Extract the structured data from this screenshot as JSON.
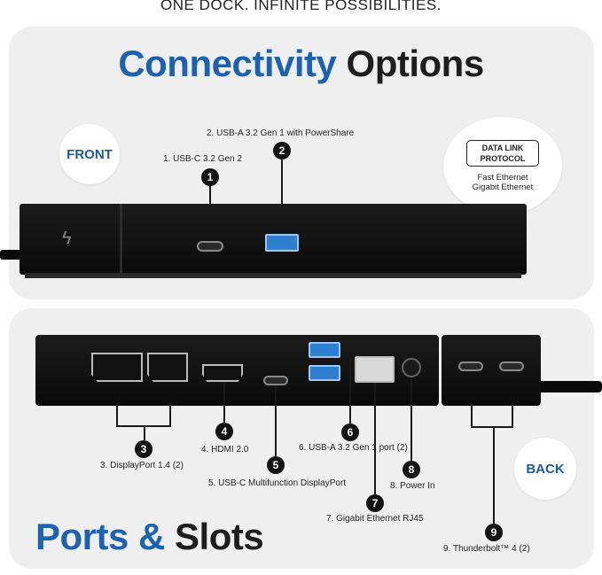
{
  "tagline": "ONE DOCK. INFINITE POSSIBILITIES.",
  "top_heading": {
    "word1": "Connectivity",
    "word2": "Options"
  },
  "bottom_heading": {
    "word1": "Ports &",
    "word2": "Slots"
  },
  "front_badge": "FRONT",
  "back_badge": "BACK",
  "data_link": {
    "title_line1": "DATA LINK",
    "title_line2": "PROTOCOL",
    "item1": "Fast Ethernet",
    "item2": "Gigabit Ethernet"
  },
  "front_ports": [
    {
      "number": "1",
      "label": "1. USB-C 3.2 Gen 2"
    },
    {
      "number": "2",
      "label": "2. USB-A 3.2 Gen 1 with PowerShare"
    }
  ],
  "back_ports": [
    {
      "number": "3",
      "label": "3. DisplayPort 1.4 (2)"
    },
    {
      "number": "4",
      "label": "4. HDMI 2.0"
    },
    {
      "number": "5",
      "label": "5. USB-C Multifunction DisplayPort"
    },
    {
      "number": "6",
      "label": "6. USB-A 3.2 Gen 1 port (2)"
    },
    {
      "number": "7",
      "label": "7. Gigabit Ethernet RJ45"
    },
    {
      "number": "8",
      "label": "8. Power In"
    },
    {
      "number": "9",
      "label": "9. Thunderbolt™ 4 (2)"
    }
  ],
  "colors": {
    "brand_blue": "#1d62b0",
    "usb_a_blue": "#2f7fd1",
    "dock_black": "#111111"
  }
}
